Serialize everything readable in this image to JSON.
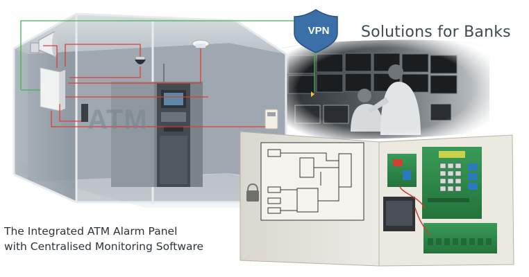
{
  "headline": "Solutions for Banks",
  "caption": {
    "line1": "The Integrated ATM Alarm Panel",
    "line2": "with Centralised Monitoring Software"
  },
  "vpn": {
    "label": "VPN"
  },
  "booth": {
    "atm_sign": "ATM"
  },
  "colors": {
    "vpn_shield": "#3b6fa8",
    "signal_green": "#4caf50",
    "signal_red": "#e53935",
    "panel_box": "#e2e0d8",
    "pcb_green": "#2f8a4a"
  },
  "icons": [
    "siren-icon",
    "dome-camera-icon",
    "smoke-detector-icon",
    "vpn-shield-icon",
    "keypad-icon",
    "card-reader-icon"
  ]
}
